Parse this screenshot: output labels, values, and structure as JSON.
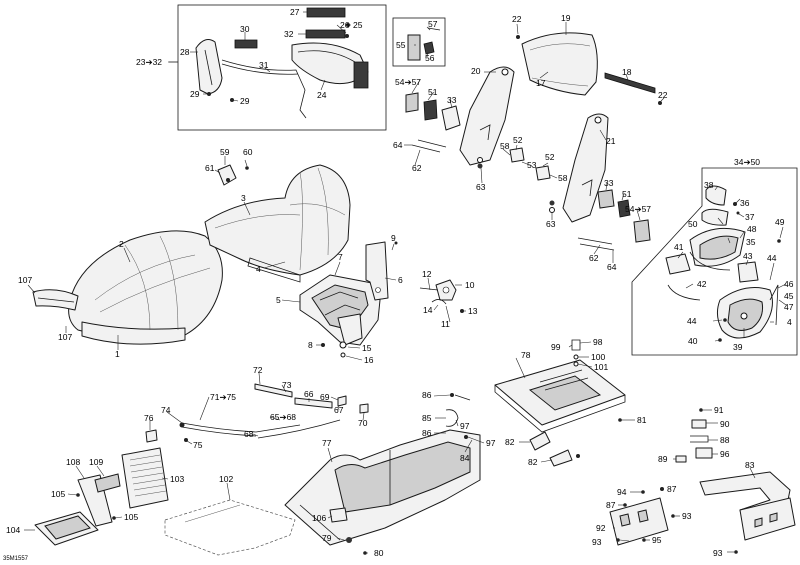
{
  "labels": [
    "1",
    "2",
    "3",
    "4",
    "5",
    "6",
    "7",
    "8",
    "9",
    "10",
    "11",
    "12",
    "13",
    "14",
    "15",
    "16",
    "17",
    "18",
    "19",
    "20",
    "21",
    "22",
    "22",
    "23➔32",
    "24",
    "25",
    "26",
    "27",
    "28",
    "29",
    "29",
    "30",
    "31",
    "32",
    "33",
    "33",
    "34➔50",
    "35",
    "36",
    "37",
    "38",
    "39",
    "4",
    "40",
    "41",
    "42",
    "43",
    "44",
    "44",
    "45",
    "46",
    "47",
    "48",
    "49",
    "50",
    "51",
    "51",
    "52",
    "52",
    "53",
    "54➔57",
    "54➔57",
    "55",
    "56",
    "57",
    "58",
    "58",
    "59",
    "60",
    "61",
    "62",
    "62",
    "63",
    "63",
    "64",
    "64",
    "65➔68",
    "66",
    "67",
    "68",
    "69",
    "70",
    "71➔75",
    "72",
    "73",
    "74",
    "75",
    "76",
    "77",
    "78",
    "79",
    "80",
    "81",
    "82",
    "82",
    "83",
    "84",
    "85",
    "86",
    "86",
    "87",
    "87",
    "88",
    "89",
    "90",
    "91",
    "92",
    "93",
    "93",
    "93",
    "94",
    "95",
    "96",
    "97",
    "97",
    "98",
    "99",
    "100",
    "101",
    "102",
    "103",
    "104",
    "105",
    "105",
    "106",
    "107",
    "107",
    "108",
    "109"
  ],
  "ref_code": "35M1557"
}
